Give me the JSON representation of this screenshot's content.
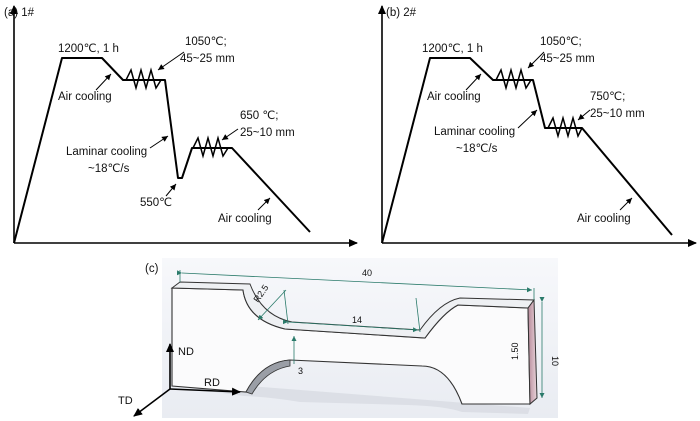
{
  "panel_a": {
    "label": "(a) 1#",
    "hold": "1200℃, 1 h",
    "air1": "Air cooling",
    "roll1_temp": "1050℃;",
    "roll1_thk": "45~25 mm",
    "lam1": "Laminar cooling",
    "lam2": "~18℃/s",
    "coil": "550℃",
    "roll2_temp": "650 ℃;",
    "roll2_thk": "25~10 mm",
    "air2": "Air cooling"
  },
  "panel_b": {
    "label": "(b) 2#",
    "hold": "1200℃, 1 h",
    "air1": "Air cooling",
    "roll1_temp": "1050℃;",
    "roll1_thk": "45~25 mm",
    "roll2_temp": "750℃;",
    "roll2_thk": "25~10 mm",
    "lam1": "Laminar cooling",
    "lam2": "~18℃/s",
    "air2": "Air cooling"
  },
  "panel_c": {
    "label": "(c)",
    "dim_length": "40",
    "dim_radius": "R2.5",
    "dim_gauge": "14",
    "dim_thickness": "1.50",
    "dim_width": "10",
    "dim_gauge_width": "3",
    "axis_nd": "ND",
    "axis_rd": "RD",
    "axis_td": "TD"
  }
}
